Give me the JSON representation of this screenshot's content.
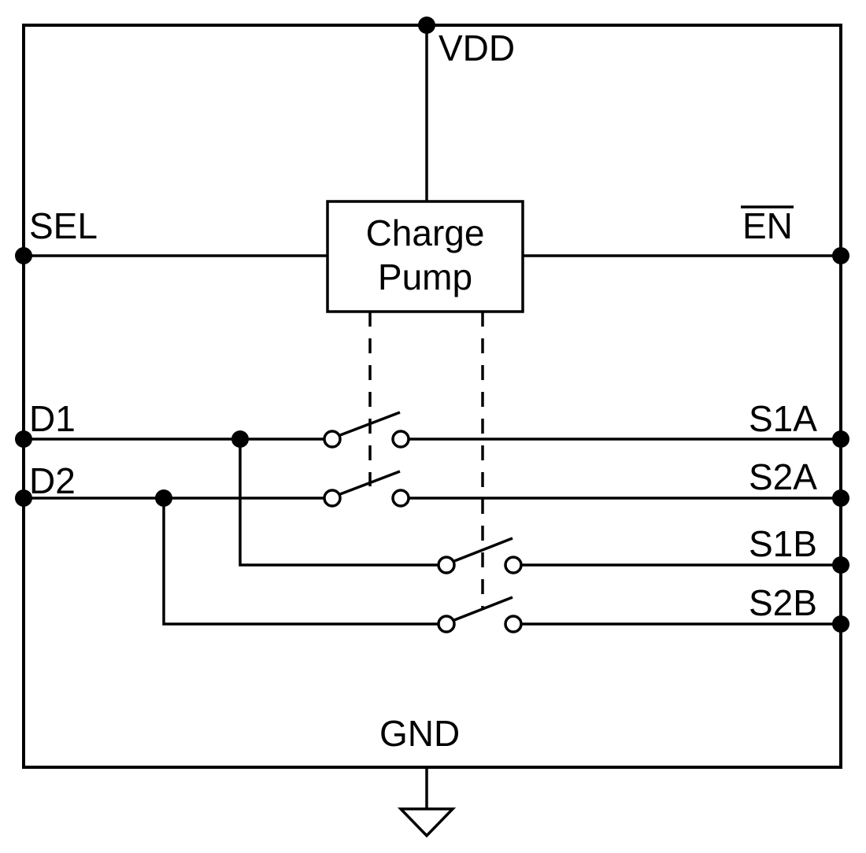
{
  "diagram": {
    "type": "circuit-schematic",
    "description_visible_elements": "analog switch functional diagram",
    "block": {
      "charge_pump_line1": "Charge",
      "charge_pump_line2": "Pump"
    },
    "pins": {
      "vdd": "VDD",
      "sel": "SEL",
      "en": "EN",
      "d1": "D1",
      "d2": "D2",
      "s1a": "S1A",
      "s2a": "S2A",
      "s1b": "S1B",
      "s2b": "S2B",
      "gnd": "GND"
    },
    "colors": {
      "line": "#000000",
      "background": "#ffffff"
    }
  }
}
